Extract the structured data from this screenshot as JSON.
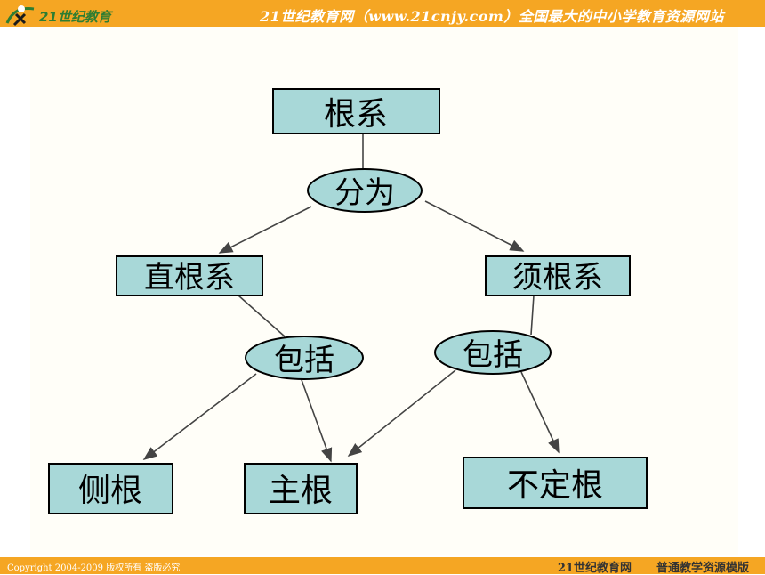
{
  "header": {
    "logo_text": "21世纪教育",
    "title": "21世纪教育网（www.21cnjy.com）全国最大的中小学教育资源网站"
  },
  "diagram": {
    "root": "根系",
    "root_relation": "分为",
    "left_type": "直根系",
    "right_type": "须根系",
    "left_relation": "包括",
    "right_relation": "包括",
    "lateral_root": "侧根",
    "main_root": "主根",
    "adventitious_root": "不定根"
  },
  "footer": {
    "copyright": "Copyright 2004-2009 版权所有 盗版必究",
    "site": "21世纪教育网",
    "slogan": "普通教学资源模版"
  },
  "colors": {
    "bar": "#f5a623",
    "node_fill": "#a8d8d8"
  }
}
